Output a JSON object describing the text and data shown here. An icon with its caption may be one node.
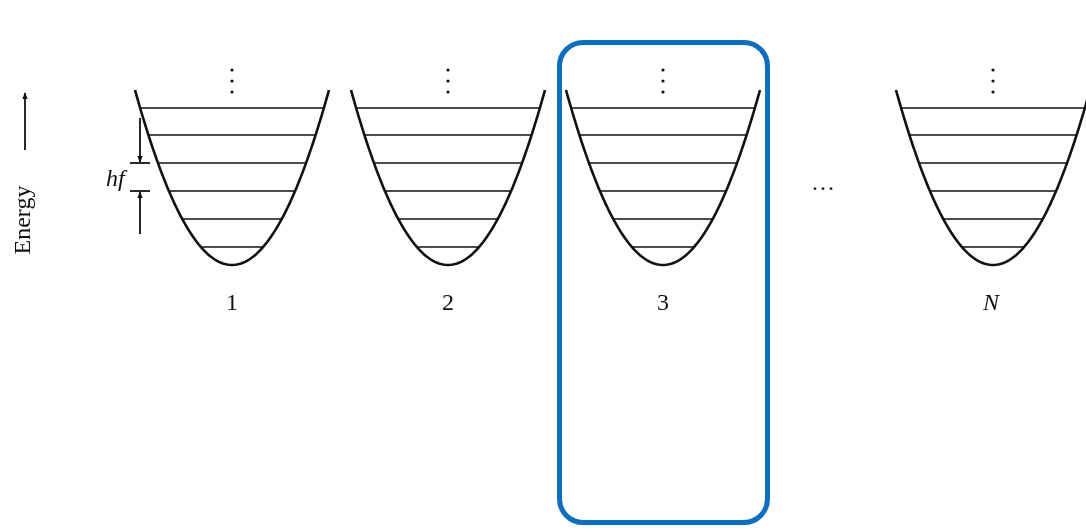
{
  "diagram": {
    "nodes": [
      {
        "text": [
          "3"
        ]
      }
    ],
    "labels": [
      "Energy",
      "hf",
      "1",
      "2",
      "…",
      "N"
    ]
  }
}
